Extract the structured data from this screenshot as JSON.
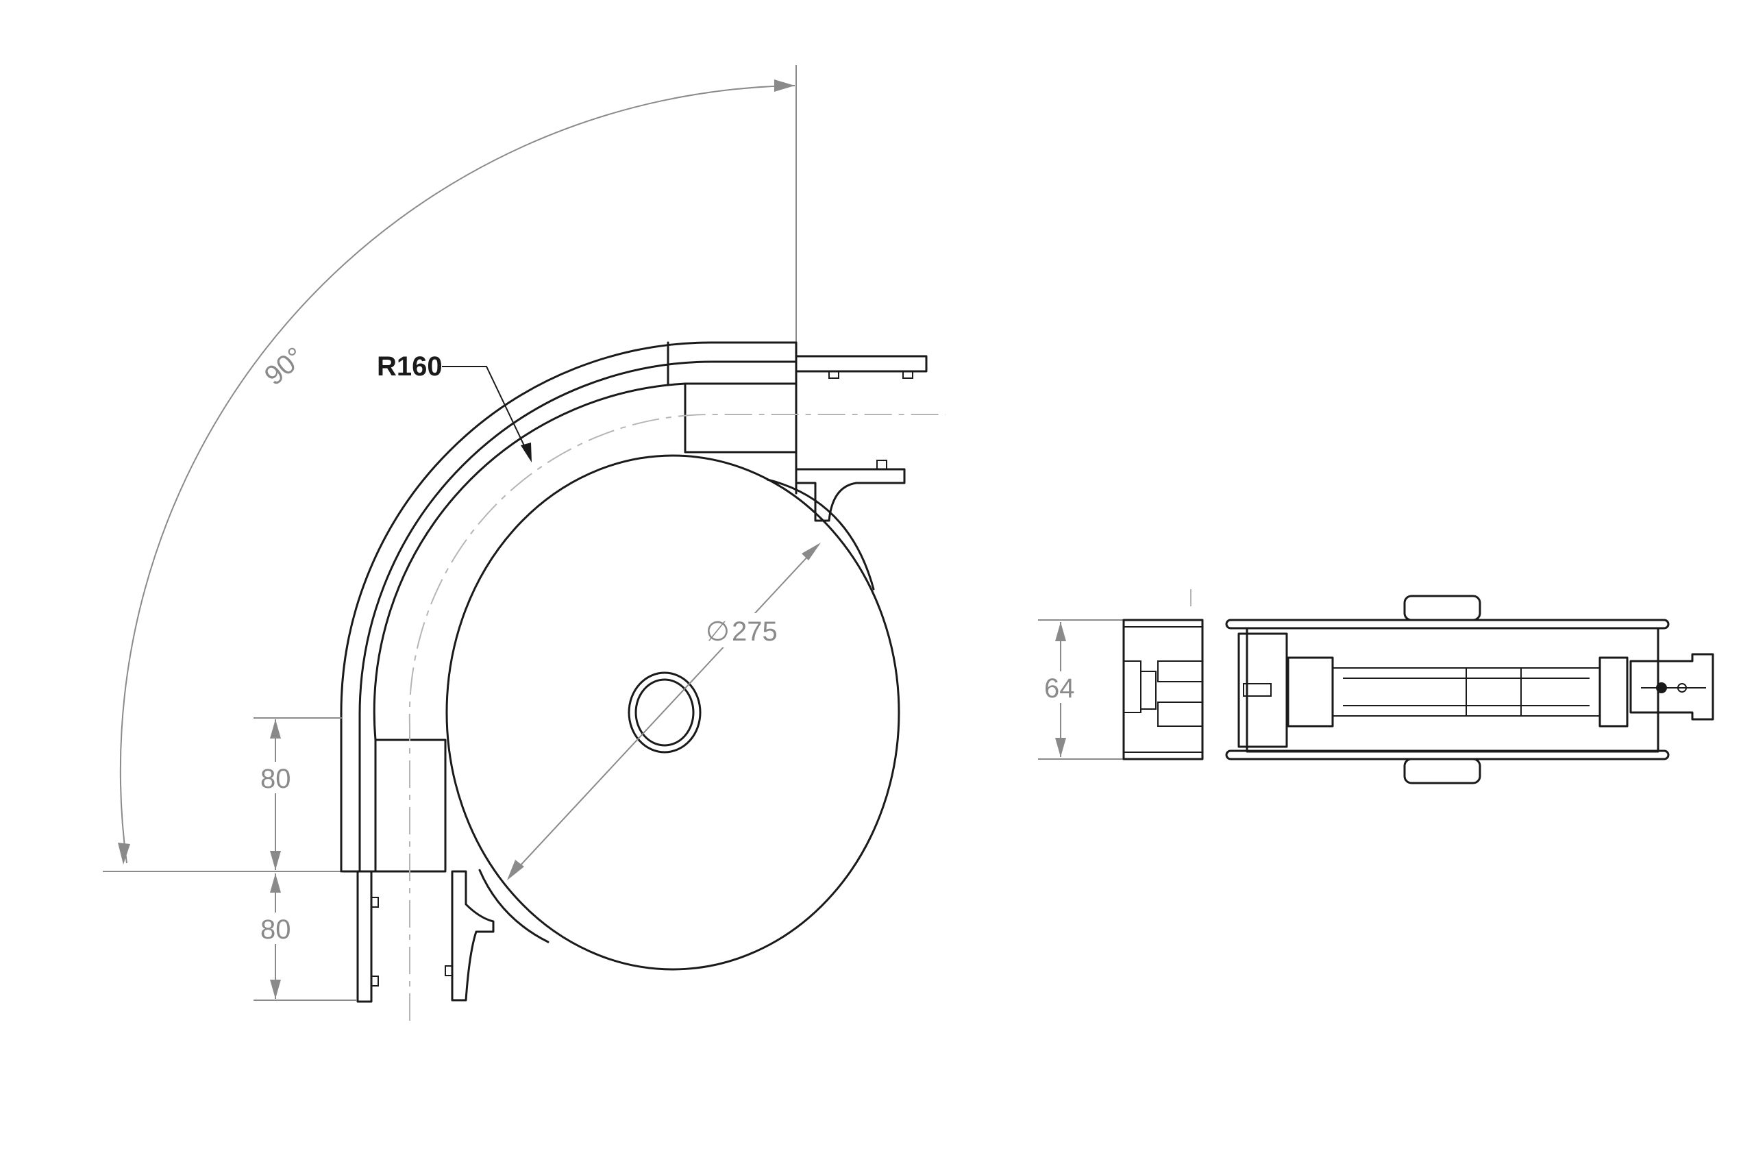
{
  "drawing": {
    "views": {
      "front_view": {
        "dimensions": {
          "angle": "90°",
          "radius": "R160",
          "diameter_symbol": "∅",
          "diameter": "275",
          "leg_upper": "80",
          "leg_lower": "80"
        }
      },
      "side_view": {
        "dimensions": {
          "height": "64"
        }
      }
    }
  }
}
